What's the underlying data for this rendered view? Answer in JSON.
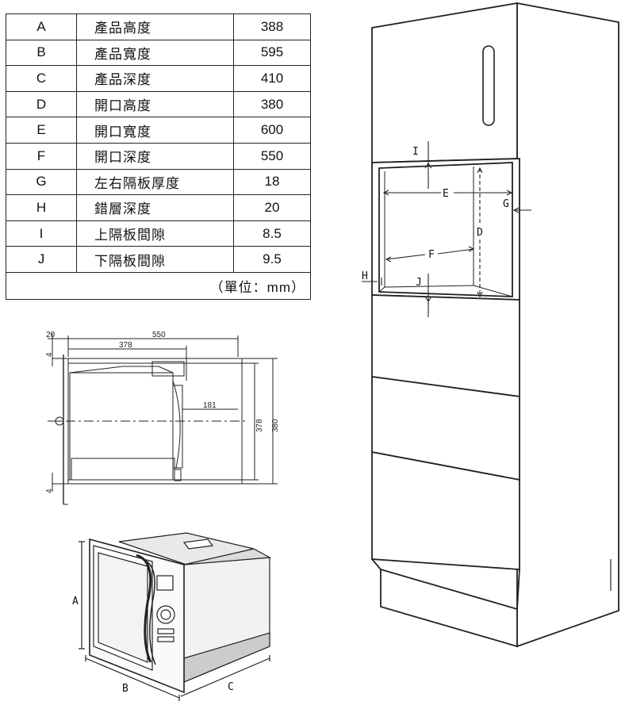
{
  "table": {
    "rows": [
      {
        "code": "A",
        "name": "產品高度",
        "value": "388"
      },
      {
        "code": "B",
        "name": "產品寬度",
        "value": "595"
      },
      {
        "code": "C",
        "name": "產品深度",
        "value": "410"
      },
      {
        "code": "D",
        "name": "開口高度",
        "value": "380"
      },
      {
        "code": "E",
        "name": "開口寬度",
        "value": "600"
      },
      {
        "code": "F",
        "name": "開口深度",
        "value": "550"
      },
      {
        "code": "G",
        "name": "左右隔板厚度",
        "value": "18"
      },
      {
        "code": "H",
        "name": "錯層深度",
        "value": "20"
      },
      {
        "code": "I",
        "name": "上隔板間隙",
        "value": "8.5"
      },
      {
        "code": "J",
        "name": "下隔板間隙",
        "value": "9.5"
      }
    ],
    "unit_note": "（單位：mm）"
  },
  "side_view": {
    "d20": "20",
    "d550": "550",
    "d378": "378",
    "d4_top": "4",
    "d181": "181",
    "d378_v": "378",
    "d380_v": "380",
    "d4_bottom": "4"
  },
  "product_view": {
    "label_a": "A",
    "label_b": "B",
    "label_c": "C"
  },
  "cabinet": {
    "I": "I",
    "E": "E",
    "G": "G",
    "D": "D",
    "F": "F",
    "H": "H",
    "J": "J"
  }
}
